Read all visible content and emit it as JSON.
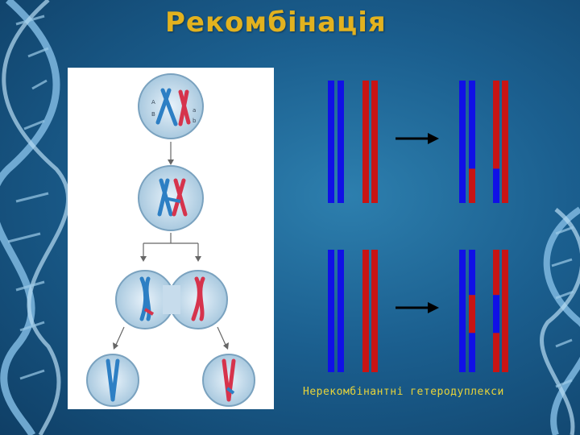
{
  "slide": {
    "title": "Рекомбінація",
    "caption": "Нерекомбінантні гетеродуплекси"
  },
  "meiosis_figure": {
    "gene_labels": [
      "A",
      "a",
      "B",
      "b"
    ]
  },
  "colors": {
    "title": "#e2b21f",
    "caption": "#e8d43a",
    "blue_strand": "#1010e6",
    "red_strand": "#c81414",
    "chromosome_blue": "#2d7fc4",
    "chromosome_red": "#d6334c",
    "background": "#1b5f8f"
  },
  "diagram": {
    "rows": [
      {
        "before": [
          "blue",
          "blue",
          "red",
          "red"
        ],
        "after": [
          {
            "segments": [
              "blue"
            ]
          },
          {
            "segments": [
              "blue",
              "red"
            ],
            "switch_at": 0.72
          },
          {
            "segments": [
              "red",
              "blue"
            ],
            "switch_at": 0.72
          },
          {
            "segments": [
              "red"
            ]
          }
        ]
      },
      {
        "before": [
          "blue",
          "blue",
          "red",
          "red"
        ],
        "after": [
          {
            "segments": [
              "blue"
            ]
          },
          {
            "segments": [
              "blue",
              "red",
              "blue"
            ],
            "switch_at": [
              0.37,
              0.68
            ]
          },
          {
            "segments": [
              "red",
              "blue",
              "red"
            ],
            "switch_at": [
              0.37,
              0.68
            ]
          },
          {
            "segments": [
              "red"
            ]
          }
        ]
      }
    ]
  }
}
